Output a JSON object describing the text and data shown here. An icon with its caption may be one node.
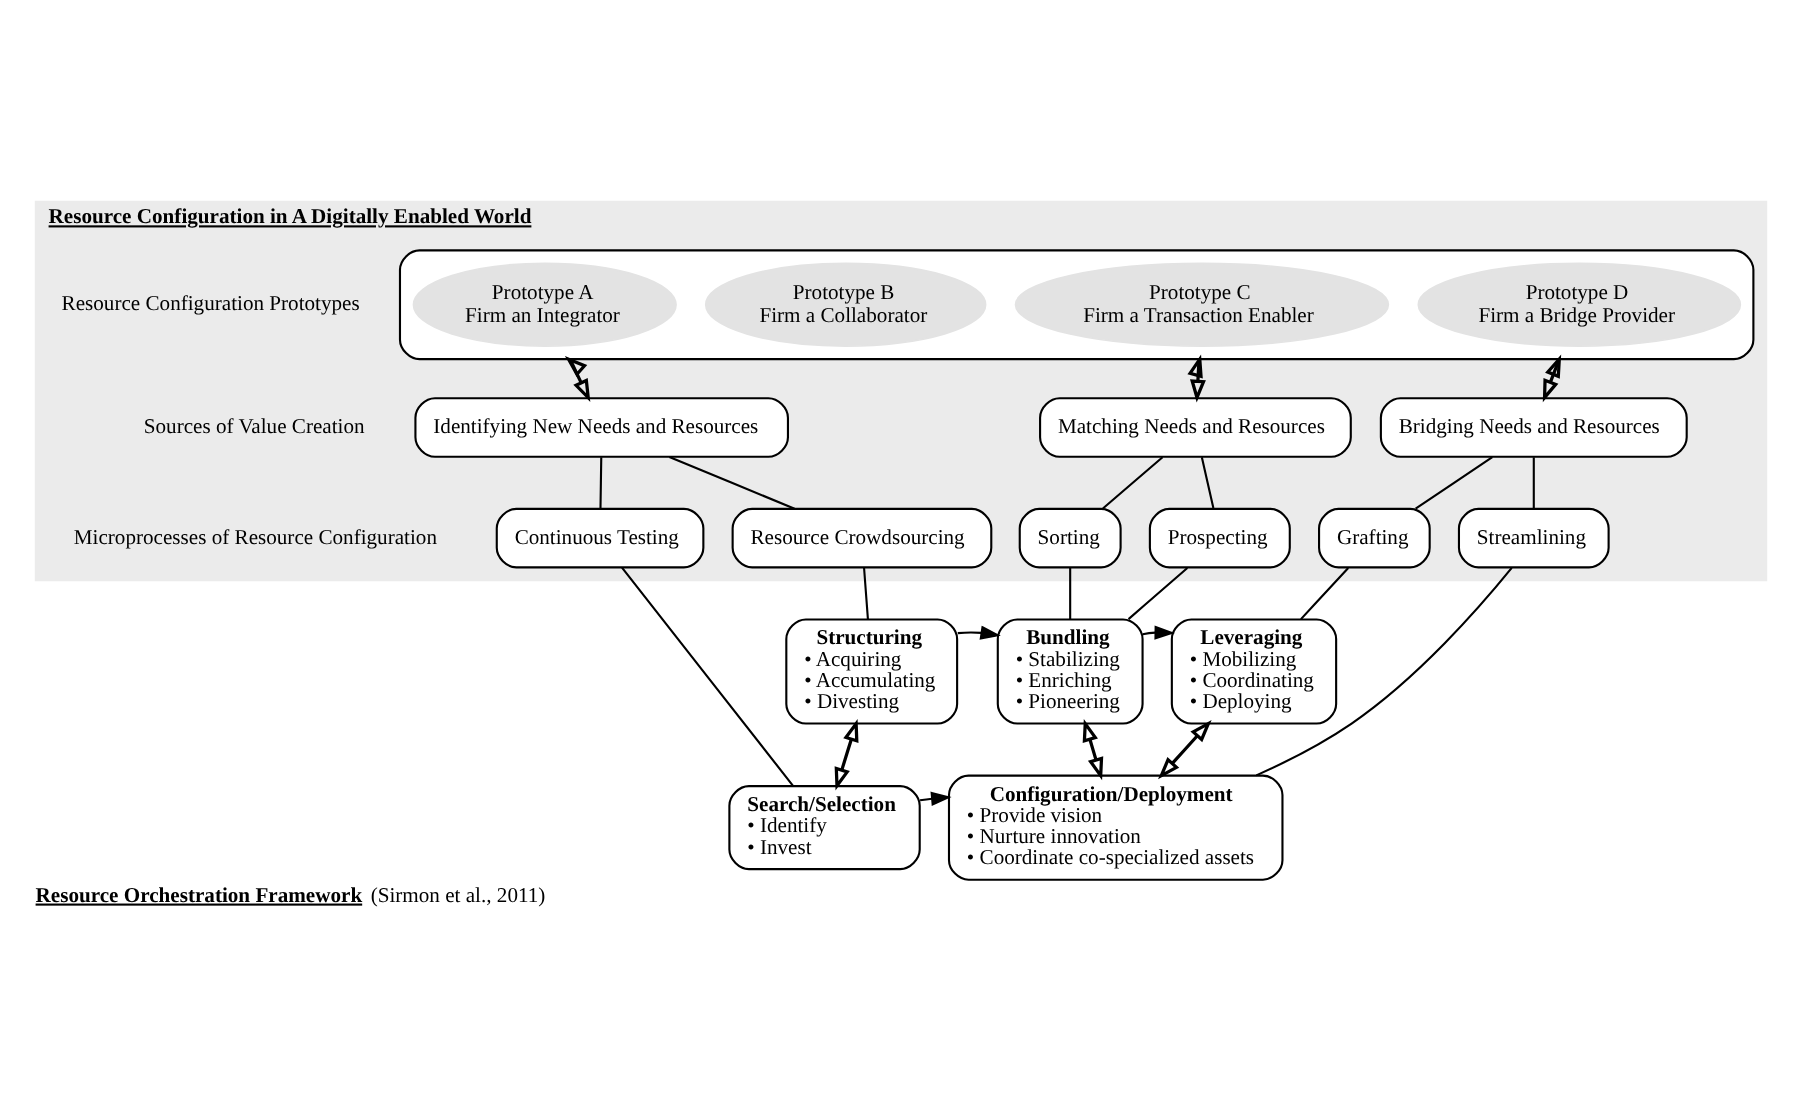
{
  "diagram": {
    "caption": "**Resource Orchestration Framework** (Sirmon et al., 2011)",
    "nodes": [
      {
        "text": [
          "Resource Configuration in A Digitally Enabled World"
        ]
      },
      {
        "text": [],
        "shape": "box",
        "in": 0
      },
      {
        "text": [
          "Prototype A",
          "Firm an Integrator"
        ],
        "in": 1
      },
      {
        "text": [
          "Prototype B",
          "Firm a Collaborator"
        ],
        "in": 1
      },
      {
        "text": [
          "Prototype C",
          "Firm a Transaction Enabler"
        ],
        "in": 1
      },
      {
        "text": [
          "Prototype D",
          "Firm a Bridge Provider"
        ],
        "in": 1
      },
      {
        "text": [
          "Identifying New Needs and Resources"
        ],
        "in": 0
      },
      {
        "text": [
          "Matching Needs and Resources"
        ],
        "in": 0
      },
      {
        "text": [
          "Bridging Needs and Resources"
        ],
        "in": 0
      },
      {
        "text": [
          "Continuous Testing"
        ],
        "in": 0
      },
      {
        "text": [
          "Resource Crowdsourcing"
        ],
        "in": 0
      },
      {
        "text": [
          "Sorting"
        ],
        "in": 0
      },
      {
        "text": [
          "Prospecting"
        ],
        "in": 0
      },
      {
        "text": [
          "Grafting"
        ],
        "in": 0
      },
      {
        "text": [
          "Streamlining"
        ],
        "in": 0
      },
      {
        "text": [
          "Structuring",
          "• Acquiring",
          "• Accumulating",
          "• Divesting"
        ]
      },
      {
        "text": [
          "Bundling",
          "• Stabilizing",
          "• Enriching",
          "• Pioneering"
        ]
      },
      {
        "text": [
          "Leveraging",
          "• Mobilizing",
          "• Coordinating",
          "• Deploying"
        ]
      },
      {
        "text": [
          "Search/Selection",
          "• Identify",
          "• Invest"
        ]
      },
      {
        "text": [
          "Configuration/Deployment",
          "• Provide vision",
          "• Nurture innovation",
          "• Coordinate co-specialized assets"
        ]
      }
    ],
    "edges": [
      {
        "from": 1,
        "to": 6,
        "arrow": "both"
      },
      {
        "from": 1,
        "to": 7,
        "arrow": "both"
      },
      {
        "from": 1,
        "to": 8,
        "arrow": "both"
      },
      {
        "from": 6,
        "to": 9,
        "arrow": "none"
      },
      {
        "from": 6,
        "to": 10,
        "arrow": "none"
      },
      {
        "from": 7,
        "to": 11,
        "arrow": "none"
      },
      {
        "from": 7,
        "to": 12,
        "arrow": "none"
      },
      {
        "from": 8,
        "to": 13,
        "arrow": "none"
      },
      {
        "from": 8,
        "to": 14,
        "arrow": "none"
      },
      {
        "from": 10,
        "to": 15,
        "arrow": "none"
      },
      {
        "from": 11,
        "to": 16,
        "arrow": "none"
      },
      {
        "from": 12,
        "to": 16,
        "arrow": "none"
      },
      {
        "from": 13,
        "to": 17,
        "arrow": "none"
      },
      {
        "from": 15,
        "to": 16,
        "arrow": "to"
      },
      {
        "from": 16,
        "to": 17,
        "arrow": "to"
      },
      {
        "from": 15,
        "to": 18,
        "arrow": "both"
      },
      {
        "from": 16,
        "to": 19,
        "arrow": "both"
      },
      {
        "from": 17,
        "to": 19,
        "arrow": "both"
      },
      {
        "from": 9,
        "to": 18,
        "arrow": "none"
      },
      {
        "from": 18,
        "to": 19,
        "arrow": "to"
      },
      {
        "from": 14,
        "to": 19,
        "arrow": "none"
      }
    ],
    "labels": [
      "Resource Configuration Prototypes",
      "Sources of Value Creation",
      "Microprocesses of Resource Configuration"
    ]
  }
}
